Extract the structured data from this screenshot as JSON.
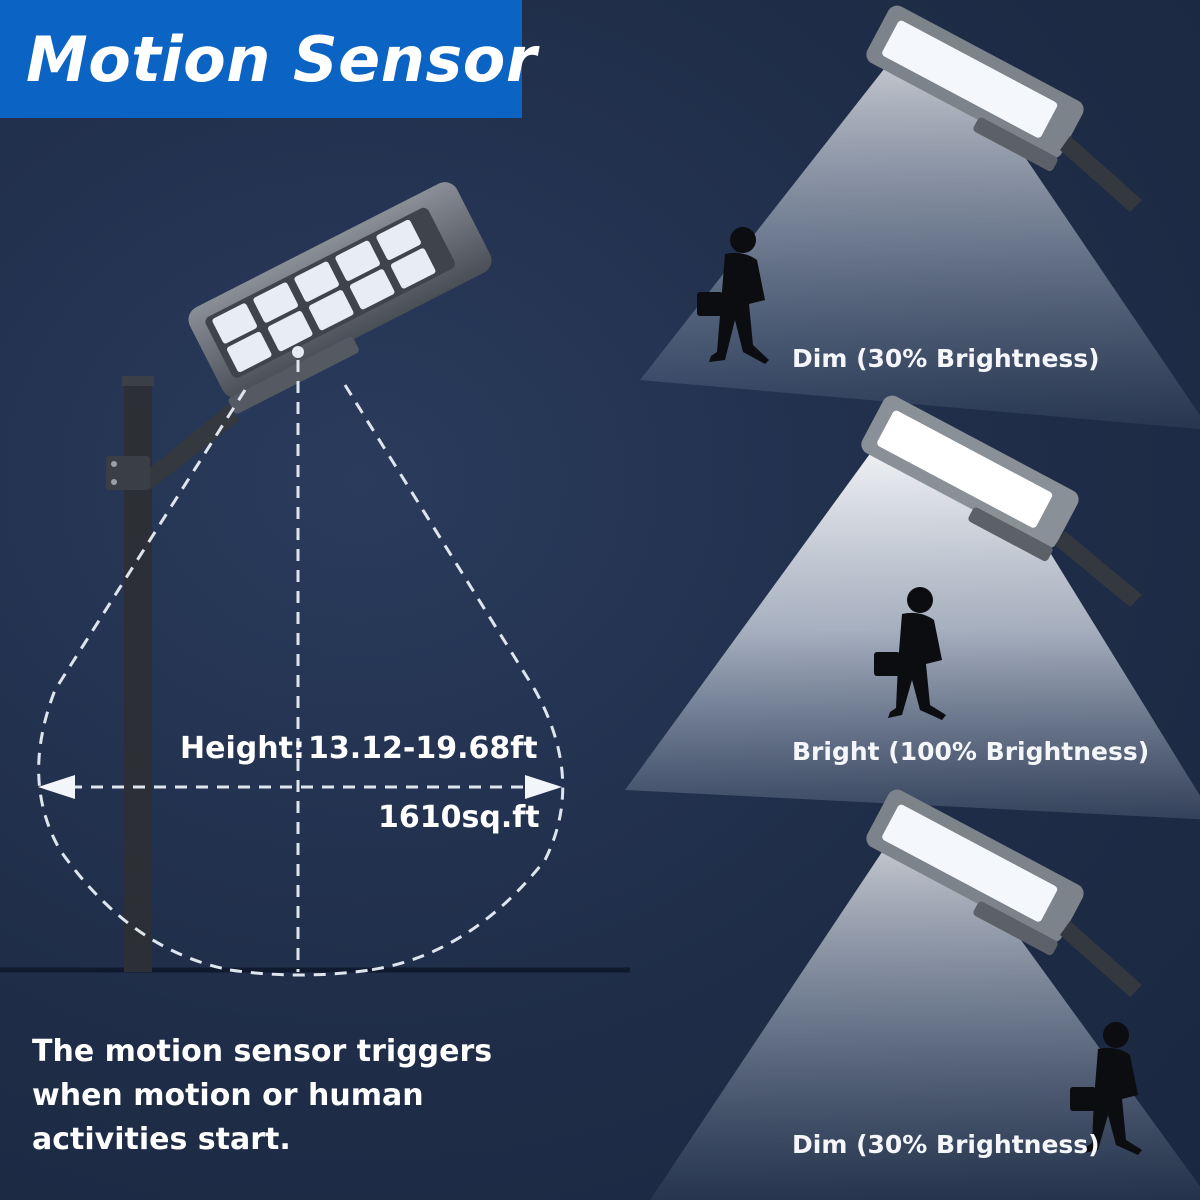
{
  "title": "Motion Sensor",
  "colors": {
    "background": "#1f2e4a",
    "title_bg": "#0b63c4",
    "text": "#ffffff",
    "lamp_body": "#5b6068",
    "pole": "#2c2f35"
  },
  "main_lamp": {
    "height_label": "Height:",
    "height_value": "13.12-19.68ft",
    "area_value": "1610sq.ft"
  },
  "description": {
    "lines": [
      "The motion sensor triggers",
      "when motion or human",
      "activities start."
    ]
  },
  "modes": [
    {
      "label": "Dim (30% Brightness)",
      "brightness_percent": 30
    },
    {
      "label": "Bright (100% Brightness)",
      "brightness_percent": 100
    },
    {
      "label": "Dim (30% Brightness)",
      "brightness_percent": 30
    }
  ]
}
